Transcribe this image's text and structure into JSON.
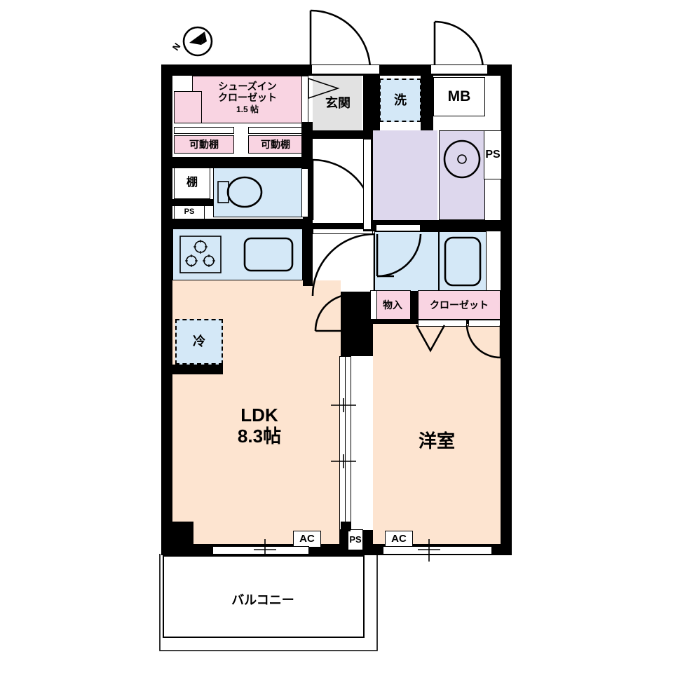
{
  "plan": {
    "type": "japanese-floor-plan",
    "compass": {
      "label": "N",
      "direction": "north-upper-left"
    },
    "rooms": [
      {
        "key": "ldk",
        "name": "LDK",
        "area": "8.3帖",
        "fill": "#fde4d0"
      },
      {
        "key": "washitsu",
        "name": "洋室",
        "area": "",
        "fill": "#fde4d0"
      },
      {
        "key": "genkan",
        "name": "玄関",
        "area": "",
        "fill": "#e2e2e2"
      },
      {
        "key": "balcony",
        "name": "バルコニー",
        "area": "",
        "fill": "#ffffff"
      }
    ],
    "storage": [
      {
        "key": "sic",
        "name": "シューズイン\nクローゼット",
        "line1": "シューズイン",
        "line2": "クローゼット",
        "area": "1.5 帖"
      },
      {
        "key": "shelf1",
        "name": "可動棚"
      },
      {
        "key": "shelf2",
        "name": "可動棚"
      },
      {
        "key": "tana",
        "name": "棚"
      },
      {
        "key": "mono",
        "name": "物入"
      },
      {
        "key": "closet",
        "name": "クローゼット"
      }
    ],
    "fixtures": [
      {
        "key": "sen",
        "name": "洗",
        "meaning": "washing-machine"
      },
      {
        "key": "rei",
        "name": "冷",
        "meaning": "refrigerator"
      },
      {
        "key": "mb",
        "name": "MB",
        "meaning": "meter-box"
      },
      {
        "key": "ps_right",
        "name": "PS",
        "meaning": "pipe-space"
      },
      {
        "key": "ps_left",
        "name": "PS",
        "meaning": "pipe-space"
      },
      {
        "key": "ps_bottom",
        "name": "PS",
        "meaning": "pipe-space"
      },
      {
        "key": "ac_left",
        "name": "AC",
        "meaning": "air-conditioner"
      },
      {
        "key": "ac_right",
        "name": "AC",
        "meaning": "air-conditioner"
      }
    ],
    "colors": {
      "peach": "#fde4d0",
      "blue": "#d4e8f7",
      "pink": "#f9d4e2",
      "lavender": "#ddd7ed",
      "gray": "#e2e2e2",
      "wall": "#000000"
    }
  }
}
